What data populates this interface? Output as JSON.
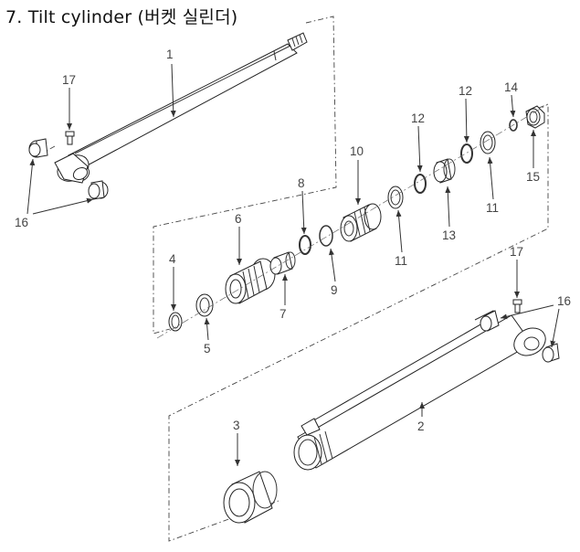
{
  "title": "7. Tilt cylinder (버켓 실린더)",
  "labels": {
    "p1": "1",
    "p2": "2",
    "p3": "3",
    "p4": "4",
    "p5": "5",
    "p6": "6",
    "p7": "7",
    "p8": "8",
    "p9": "9",
    "p10": "10",
    "p11a": "11",
    "p11b": "11",
    "p12a": "12",
    "p12b": "12",
    "p13": "13",
    "p14": "14",
    "p15": "15",
    "p16a": "16",
    "p16b": "16",
    "p17a": "17",
    "p17b": "17"
  }
}
